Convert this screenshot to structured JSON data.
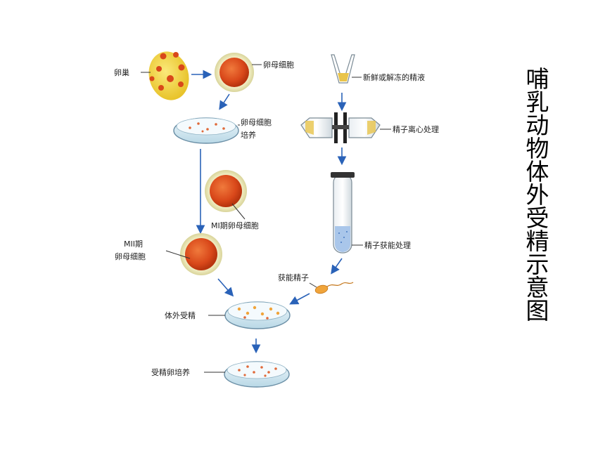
{
  "title": "哺乳动物体外受精示意图",
  "labels": {
    "ovary": "卵巢",
    "oocyte": "卵母细胞",
    "oocyte_culture": [
      "卵母细胞",
      "培养"
    ],
    "mi_oocyte": "MI期卵母细胞",
    "mii_oocyte": [
      "MII期",
      "卵母细胞"
    ],
    "in_vitro_fertilization": "体外受精",
    "zygote_culture": "受精卵培养",
    "fresh_or_thawed_semen": "新鲜或解冻的精液",
    "sperm_centrifugation": "精子离心处理",
    "sperm_capacitation": "精子获能处理",
    "capacitated_sperm": "获能精子"
  },
  "colors": {
    "arrow": "#2a62b8",
    "egg": "#d9481a",
    "ovary": "#f2d23a",
    "dish_liquid": "#dceef7"
  }
}
